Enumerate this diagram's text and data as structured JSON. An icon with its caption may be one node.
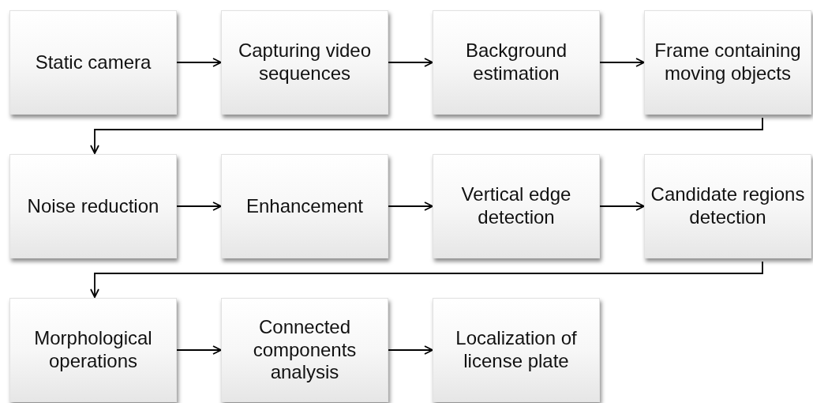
{
  "diagram": {
    "nodes": [
      {
        "text": [
          "Static camera"
        ]
      },
      {
        "text": [
          "Capturing video sequences"
        ]
      },
      {
        "text": [
          "Background estimation"
        ]
      },
      {
        "text": [
          "Frame containing moving objects"
        ]
      },
      {
        "text": [
          "Noise reduction"
        ]
      },
      {
        "text": [
          "Enhancement"
        ]
      },
      {
        "text": [
          "Vertical edge detection"
        ]
      },
      {
        "text": [
          "Candidate regions detection"
        ]
      },
      {
        "text": [
          "Morphological operations"
        ]
      },
      {
        "text": [
          "Connected components analysis"
        ]
      },
      {
        "text": [
          "Localization of license plate"
        ]
      }
    ],
    "edges": [
      {
        "from": 0,
        "to": 1,
        "arrow": "to"
      },
      {
        "from": 1,
        "to": 2,
        "arrow": "to"
      },
      {
        "from": 2,
        "to": 3,
        "arrow": "to"
      },
      {
        "from": 3,
        "to": 4,
        "arrow": "to"
      },
      {
        "from": 4,
        "to": 5,
        "arrow": "to"
      },
      {
        "from": 5,
        "to": 6,
        "arrow": "to"
      },
      {
        "from": 6,
        "to": 7,
        "arrow": "to"
      },
      {
        "from": 7,
        "to": 8,
        "arrow": "to"
      },
      {
        "from": 8,
        "to": 9,
        "arrow": "to"
      },
      {
        "from": 9,
        "to": 10,
        "arrow": "to"
      }
    ]
  }
}
